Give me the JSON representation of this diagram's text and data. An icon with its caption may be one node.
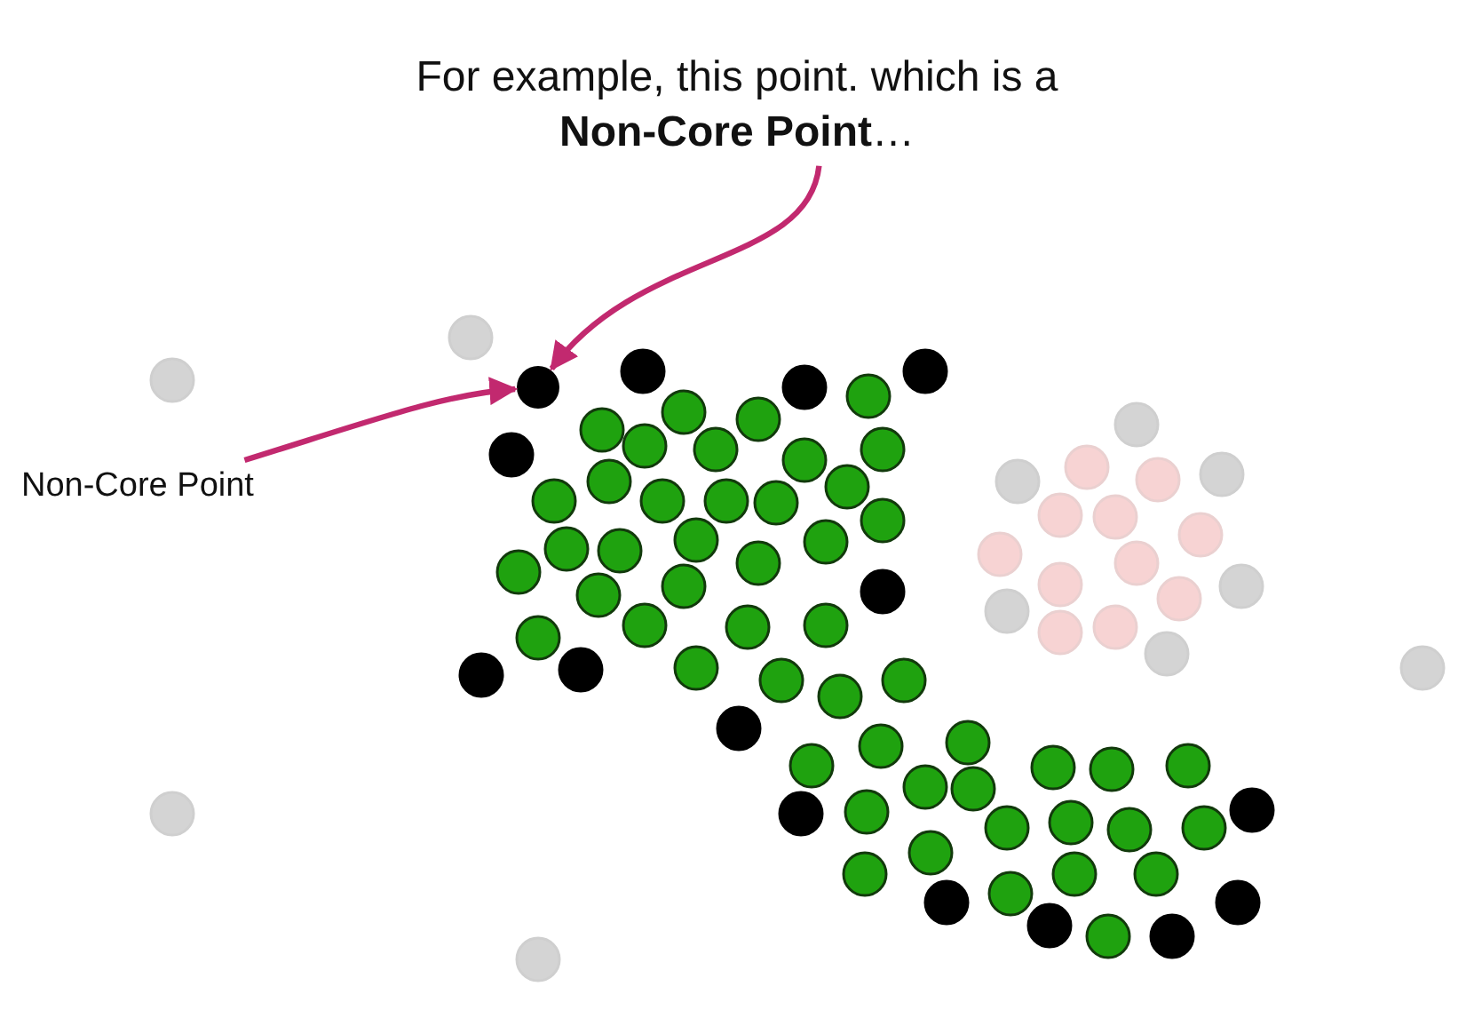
{
  "diagram": {
    "nodes": [
      {
        "text": [
          "For example, this point. which is a **Non-Core Point**…"
        ]
      },
      {
        "text": [],
        "shape": "circle"
      },
      {
        "text": [
          "Non-Core Point"
        ]
      }
    ],
    "edges": [
      {
        "from": 0,
        "to": 1,
        "arrow": "to"
      },
      {
        "from": 2,
        "to": 1,
        "arrow": "to"
      }
    ]
  }
}
